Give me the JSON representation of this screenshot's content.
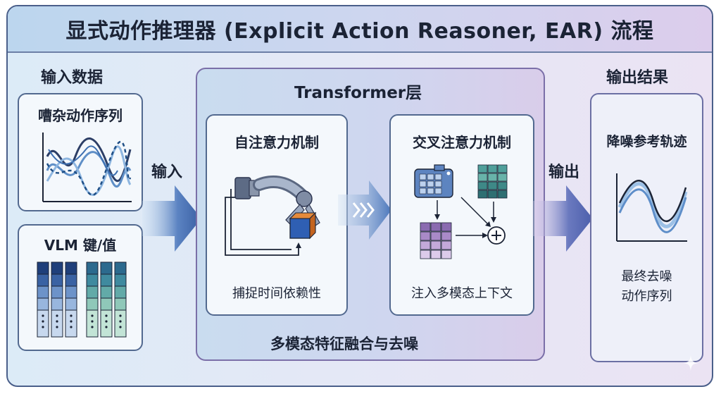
{
  "title": "显式动作推理器 (Explicit Action Reasoner, EAR) 流程",
  "input": {
    "heading": "输入数据",
    "noisy_card_title": "嘈杂动作序列",
    "vlm_card_title": "VLM 键/值"
  },
  "arrow_in_label": "输入",
  "transformer": {
    "heading": "Transformer层",
    "self_attention": {
      "title": "自注意力机制",
      "caption": "捕捉时间依赖性"
    },
    "cross_attention": {
      "title": "交叉注意力机制",
      "caption": "注入多模态上下文"
    },
    "footer": "多模态特征融合与去噪"
  },
  "arrow_out_label": "输出",
  "output": {
    "heading": "输出结果",
    "card_title": "降噪参考轨迹",
    "caption_line1": "最终去噪",
    "caption_line2": "动作序列"
  },
  "colors": {
    "accent_blue": "#3d6fb0",
    "accent_purple": "#7b6fa8",
    "dark_text": "#1b2335",
    "teal": "#4f9f9a"
  }
}
